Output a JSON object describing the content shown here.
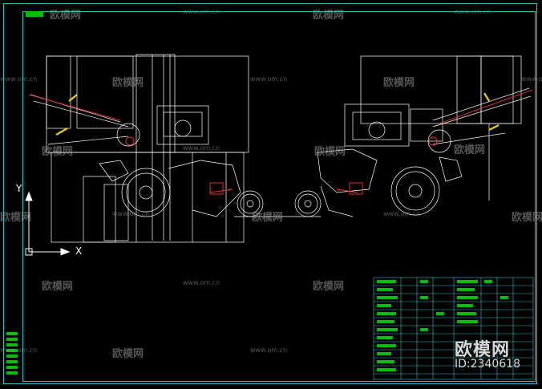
{
  "drawing": {
    "title_tag": "",
    "axis_y_label": "Y",
    "axis_x_label": "X"
  },
  "watermarks": {
    "brand": "欧模网",
    "url": "www.om.cn"
  },
  "brand_overlay": {
    "name": "欧模网",
    "id_text": "ID:2340618"
  },
  "colors": {
    "frame": "#2ec0c8",
    "linework": "#ffffff",
    "highlight_red": "#ff3030",
    "highlight_yellow": "#f0d000",
    "table_text": "#00c000"
  }
}
